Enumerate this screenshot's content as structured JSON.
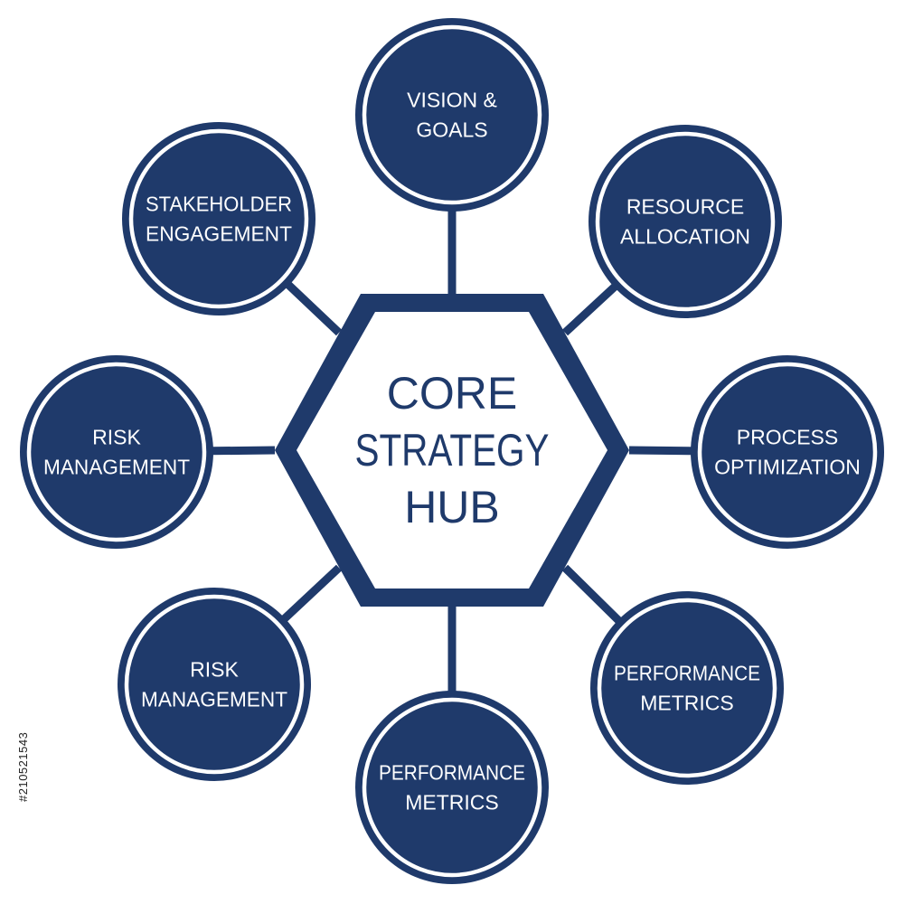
{
  "colors": {
    "primary": "#1f3a6b",
    "background": "#ffffff",
    "ring": "#ffffff"
  },
  "hub": {
    "lines": [
      "CORE",
      "STRATEGY",
      "HUB"
    ]
  },
  "nodes": [
    {
      "id": "vision-goals",
      "lines": [
        "VISION &",
        "GOALS"
      ]
    },
    {
      "id": "resource-allocation",
      "lines": [
        "RESOURCE",
        "ALLOCATION"
      ]
    },
    {
      "id": "process-optimization",
      "lines": [
        "PROCESS",
        "OPTIMIZATION"
      ]
    },
    {
      "id": "performance-metrics-right",
      "lines": [
        "PERFORMANCE",
        "METRICS"
      ]
    },
    {
      "id": "performance-metrics-bottom",
      "lines": [
        "PERFORMANCE",
        "METRICS"
      ]
    },
    {
      "id": "risk-management-lower",
      "lines": [
        "RISK",
        "MANAGEMENT"
      ]
    },
    {
      "id": "risk-management-left",
      "lines": [
        "RISK",
        "MANAGEMENT"
      ]
    },
    {
      "id": "stakeholder-engagement",
      "lines": [
        "STAKEHOLDER",
        "ENGAGEMENT"
      ]
    }
  ],
  "stock_id": "#210521543"
}
